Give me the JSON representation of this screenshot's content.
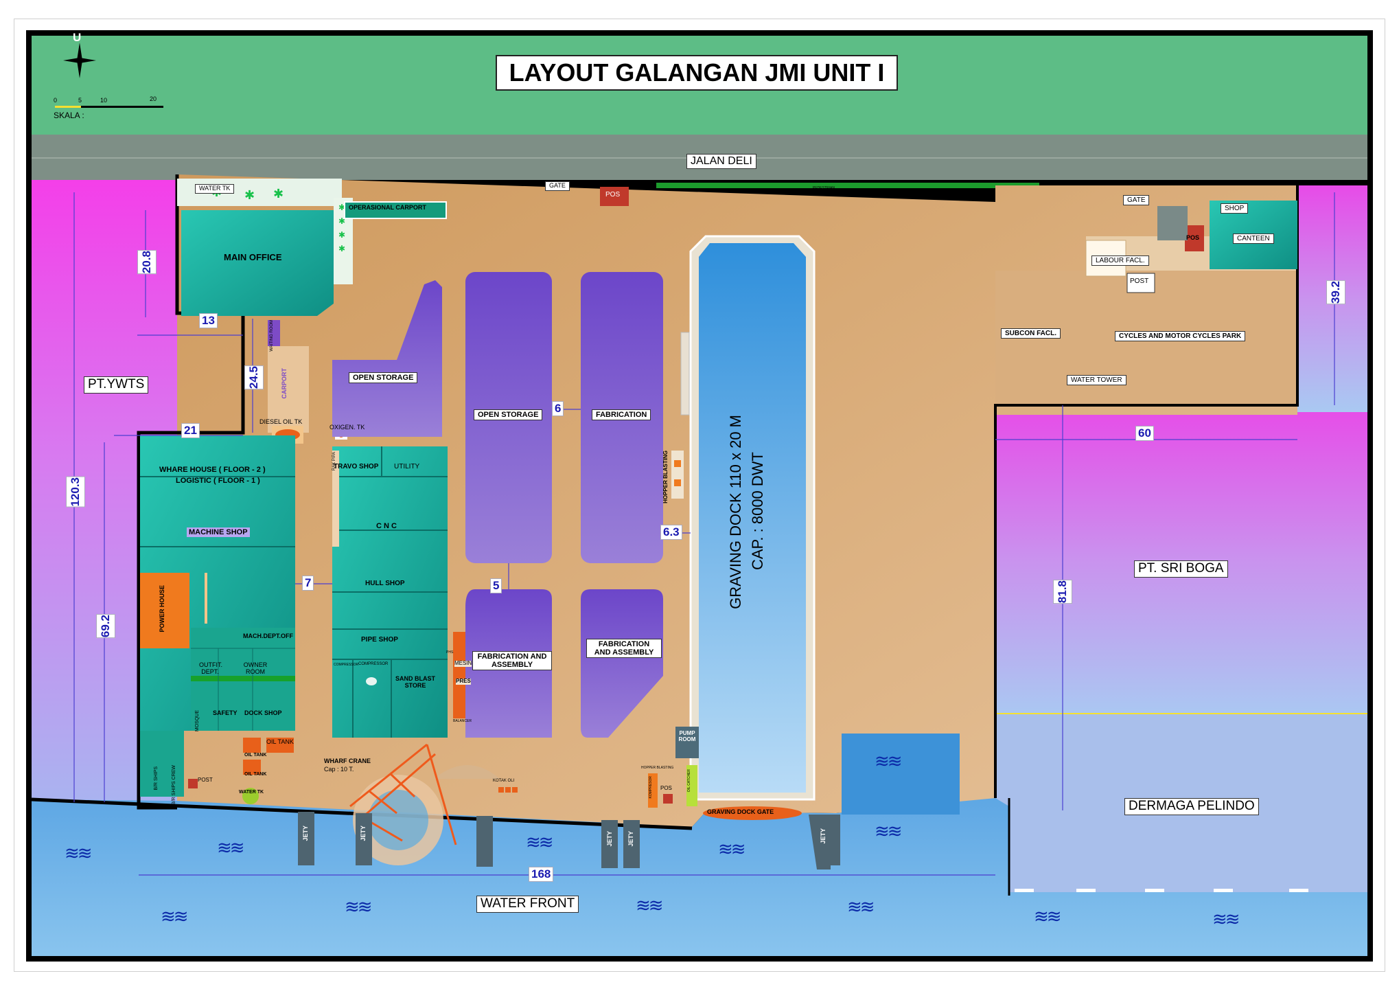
{
  "title": "LAYOUT  GALANGAN JMI UNIT I",
  "compass": {
    "north_label": "U"
  },
  "scale_bar": {
    "label": "SKALA :",
    "ticks": [
      "0",
      "5",
      "10",
      "20"
    ]
  },
  "road": "JALAN DELI",
  "neighbors": {
    "west": "PT.YWTS",
    "east": "PT. SRI BOGA",
    "pier": "DERMAGA PELINDO",
    "sea": "WATER FRONT"
  },
  "buildings": {
    "main_office": "MAIN OFFICE",
    "water_tk": "WATER TK",
    "operational_carport": "OPERASIONAL CARPORT",
    "waiting_room": "WAITING ROOM",
    "carport": "CARPORT",
    "diesel_oil_tk": "DIESEL OIL TK",
    "oxigen_tk": "OXIGEN. TK",
    "whare_house": "WHARE HOUSE ( FLOOR - 2 )",
    "logistic": "LOGISTIC ( FLOOR - 1 )",
    "machine_shop": "MACHINE SHOP",
    "power_house": "POWER HOUSE",
    "mach_dept_off": "MACH.DEPT.OFF",
    "outfit_dept": "OUTFIT. DEPT.",
    "owner_room": "OWNER ROOM",
    "safety": "SAFETY",
    "dock_shop": "DOCK SHOP",
    "mosque": "MOSQUE",
    "bs_ships": "B/R SHIPS",
    "bs_ships_crew": "B/R SHIPS CREW",
    "post_w": "POST",
    "water_tk2": "WATER TK",
    "oil_tank": "OIL TANK",
    "oil_tank2": "OIL TANK",
    "oil_tank3": "OIL TANK",
    "travo_shop": "TRAVO SHOP",
    "utility": "UTILITY",
    "cnc": "C N C",
    "hull_shop": "HULL SHOP",
    "pipe_shop": "PIPE SHOP",
    "compressor": "COMPRESSOR",
    "compressor2": "COMPRESSOR",
    "sand_blast_store": "SAND BLAST STORE",
    "rak_pipa": "RAK PIPA",
    "mesin": "MESIN",
    "pres": "PRES",
    "balancer": "BALANCER",
    "phs": "PHS",
    "open_storage_1": "OPEN STORAGE",
    "open_storage_2": "OPEN STORAGE",
    "fabrication_1": "FABRICATION",
    "fab_assembly_1": "FABRICATION AND ASSEMBLY",
    "fab_assembly_2": "FABRICATION AND ASSEMBLY",
    "wharf_crane": "WHARF CRANE",
    "wharf_crane_cap": "Cap : 10 T.",
    "kotak_oli": "KOTAK OLI",
    "hopper_blasting": "HOPPER BLASTING",
    "hopper_blasting2": "HOPPER BLASTING",
    "kompresor": "KOMPRESOR",
    "pos_s": "POS",
    "oil_catcher": "OIL CATCHER",
    "pump_room": "PUMP ROOM",
    "graving_dock": "GRAVING DOCK 110 x 20 M",
    "graving_dock_cap": "CAP. : 8000  DWT",
    "graving_dock_gate": "GRAVING DOCK GATE",
    "gate_1": "GATE",
    "gate_2": "GATE",
    "pos_gate": "POS",
    "pos_e": "POS",
    "pedestrian": "PEDESTRIAN",
    "shop": "SHOP",
    "canteen": "CANTEEN",
    "labour_facl": "LABOUR FACL.",
    "post_e": "POST",
    "subcon_facl": "SUBCON FACL.",
    "cycles_park": "CYCLES AND MOTOR CYCLES PARK",
    "water_tower": "WATER TOWER",
    "jety": "JETY"
  },
  "dimensions": {
    "d_20_8": "20.8",
    "d_13": "13",
    "d_24_5": "24.5",
    "d_21": "21",
    "d_120_3": "120.3",
    "d_69_2": "69.2",
    "d_7": "7",
    "d_6": "6",
    "d_5": "5",
    "d_6_3": "6.3",
    "d_39_2": "39.2",
    "d_60": "60",
    "d_81_8": "81.8",
    "d_168": "168"
  },
  "colors": {
    "green": "#5dbd86",
    "road": "#7e8f86",
    "yard": "#d9a76e",
    "magenta": "#ef3ce6",
    "water": "#6fb2e6",
    "teal": "#1fb8a4",
    "purple": "#7c5ccc",
    "orange": "#f07a1e"
  }
}
